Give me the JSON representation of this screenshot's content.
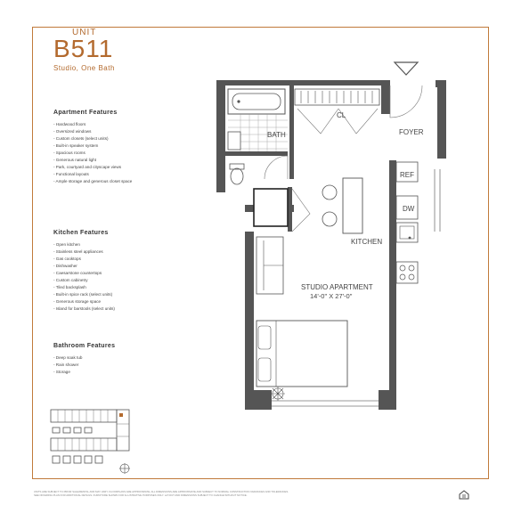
{
  "unit": {
    "label": "UNIT",
    "number": "B511",
    "subtitle": "Studio, One Bath"
  },
  "apartment_features": {
    "title": "Apartment Features",
    "items": [
      "- Hardwood floors",
      "- Oversized windows",
      "- Custom closets (select units)",
      "- Built-in speaker system",
      "- Spacious rooms",
      "- Generous natural light",
      "- Park, courtyard and cityscape views",
      "- Functional layouts",
      "- Ample storage and generous closet space"
    ]
  },
  "kitchen_features": {
    "title": "Kitchen Features",
    "items": [
      "- Open kitchen",
      "- Stainless steel appliances",
      "- Gas cooktops",
      "- Dishwasher",
      "- Caesarstone countertops",
      "- Custom cabinetry",
      "- Tiled backsplash",
      "- Built-in spice rack (select units)",
      "- Generous storage space",
      "- Island for barstools (select units)"
    ]
  },
  "bathroom_features": {
    "title": "Bathroom Features",
    "items": [
      "- Deep soak tub",
      "- Rain shower",
      "- Storage"
    ]
  },
  "floorplan": {
    "labels": {
      "bath": "BATH",
      "closet": "CL",
      "foyer": "FOYER",
      "ref": "REF",
      "dw": "DW",
      "kitchen": "KITCHEN",
      "studio": "STUDIO APARTMENT",
      "dimensions": "14'-0\" X 27'-0\""
    }
  },
  "footer": {
    "line1": "UNITS ARE SUBJECT TO PRIOR SALE/RENTAL AND MAY VARY. FLOORPLANS ARE APPROXIMATE; ALL DIMENSIONS ARE APPROXIMATE AND SUBJECT TO NORMAL CONSTRUCTION VARIANCES AND TOLERANCES.",
    "line2": "SEE OFFERING PLAN FOR ADDITIONAL DETAILS. FURNITURE SHOWN FOR ILLUSTRATIVE PURPOSES ONLY. LAYOUT AND DIMENSIONS SUBJECT TO CHANGE WITHOUT NOTICE."
  },
  "colors": {
    "accent": "#b36a2e",
    "border": "#c07a3b",
    "wall": "#555555"
  },
  "icons": [
    "north-arrow-icon",
    "equal-housing-icon"
  ]
}
